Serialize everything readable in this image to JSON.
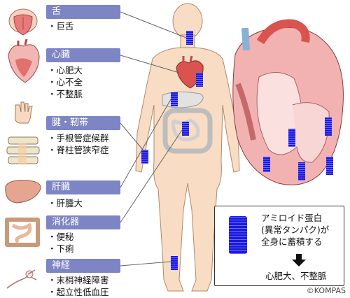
{
  "organs": [
    {
      "title": "舌",
      "items": [
        "・巨舌"
      ]
    },
    {
      "title": "心臓",
      "items": [
        "・心肥大",
        "・心不全",
        "・不整脈"
      ]
    },
    {
      "title": "腱・靭帯",
      "items": [
        "・手根管症候群",
        "・脊柱管狭窄症"
      ]
    },
    {
      "title": "肝臓",
      "items": [
        "・肝腫大"
      ]
    },
    {
      "title": "消化器",
      "items": [
        "・便秘",
        "・下痢"
      ]
    },
    {
      "title": "神経",
      "items": [
        "・末梢神経障害",
        "・起立性低血圧"
      ]
    }
  ],
  "legend": {
    "lines": [
      "アミロイド蛋白",
      "(異常タンパク)が",
      "全身に蓄積する"
    ],
    "arrow": "down-arrow-icon",
    "result": "心肥大、不整脈"
  },
  "copyright": "©KOMPAS",
  "colors": {
    "label_bg": "#7d85c4",
    "amyloid": "#1a1adc",
    "skin": "#f8dcc4",
    "heart": "#d9534f"
  }
}
